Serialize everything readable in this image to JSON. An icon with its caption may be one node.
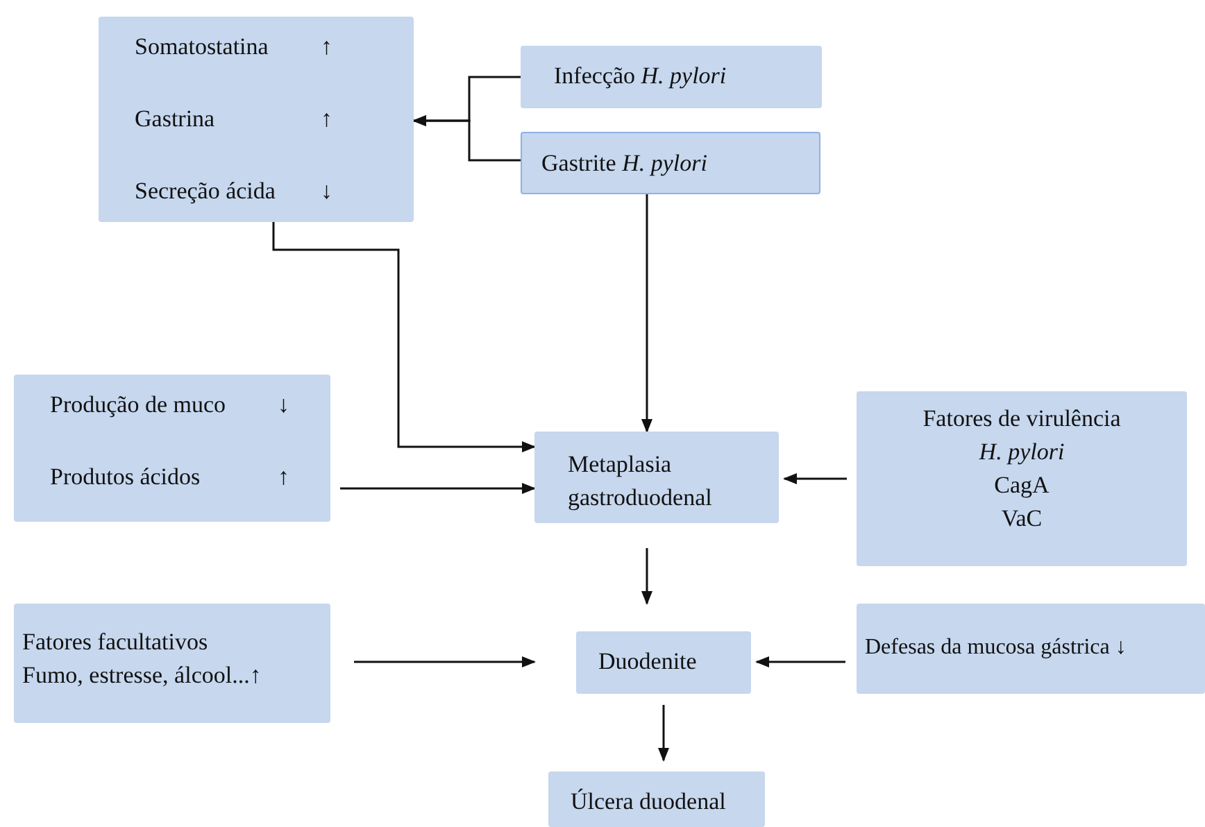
{
  "diagram": {
    "nodes": [
      {
        "text": [
          "Somatostatina ↑",
          "Gastrina ↑",
          "Secreção ácida ↓"
        ]
      },
      {
        "text": [
          "Infecção *H. pylori*"
        ]
      },
      {
        "text": [
          "Gastrite *H. pylori*"
        ]
      },
      {
        "text": [
          "Metaplasia gastroduodenal"
        ]
      },
      {
        "text": [
          "Produção de muco ↓",
          "Produtos ácidos ↑"
        ]
      },
      {
        "text": [
          "Fatores de virulência",
          "H. pylori",
          "CagA",
          "VaC"
        ]
      },
      {
        "text": [
          "Fatores facultativos",
          "Fumo, estresse, álcool...↑"
        ]
      },
      {
        "text": [
          "Duodenite"
        ]
      },
      {
        "text": [
          "Defesas da mucosa gástrica ↓"
        ]
      },
      {
        "text": [
          "Úlcera duodenal"
        ]
      }
    ],
    "edges": [
      {
        "from": 1,
        "to": 0,
        "arrow": "to"
      },
      {
        "from": 2,
        "to": 0,
        "arrow": "to"
      },
      {
        "from": 0,
        "to": 3,
        "arrow": "to"
      },
      {
        "from": 2,
        "to": 3,
        "arrow": "to"
      },
      {
        "from": 4,
        "to": 3,
        "arrow": "to"
      },
      {
        "from": 5,
        "to": 3,
        "arrow": "to"
      },
      {
        "from": 3,
        "to": 7,
        "arrow": "to"
      },
      {
        "from": 6,
        "to": 7,
        "arrow": "to"
      },
      {
        "from": 8,
        "to": 7,
        "arrow": "to"
      },
      {
        "from": 7,
        "to": 9,
        "arrow": "to"
      }
    ]
  }
}
